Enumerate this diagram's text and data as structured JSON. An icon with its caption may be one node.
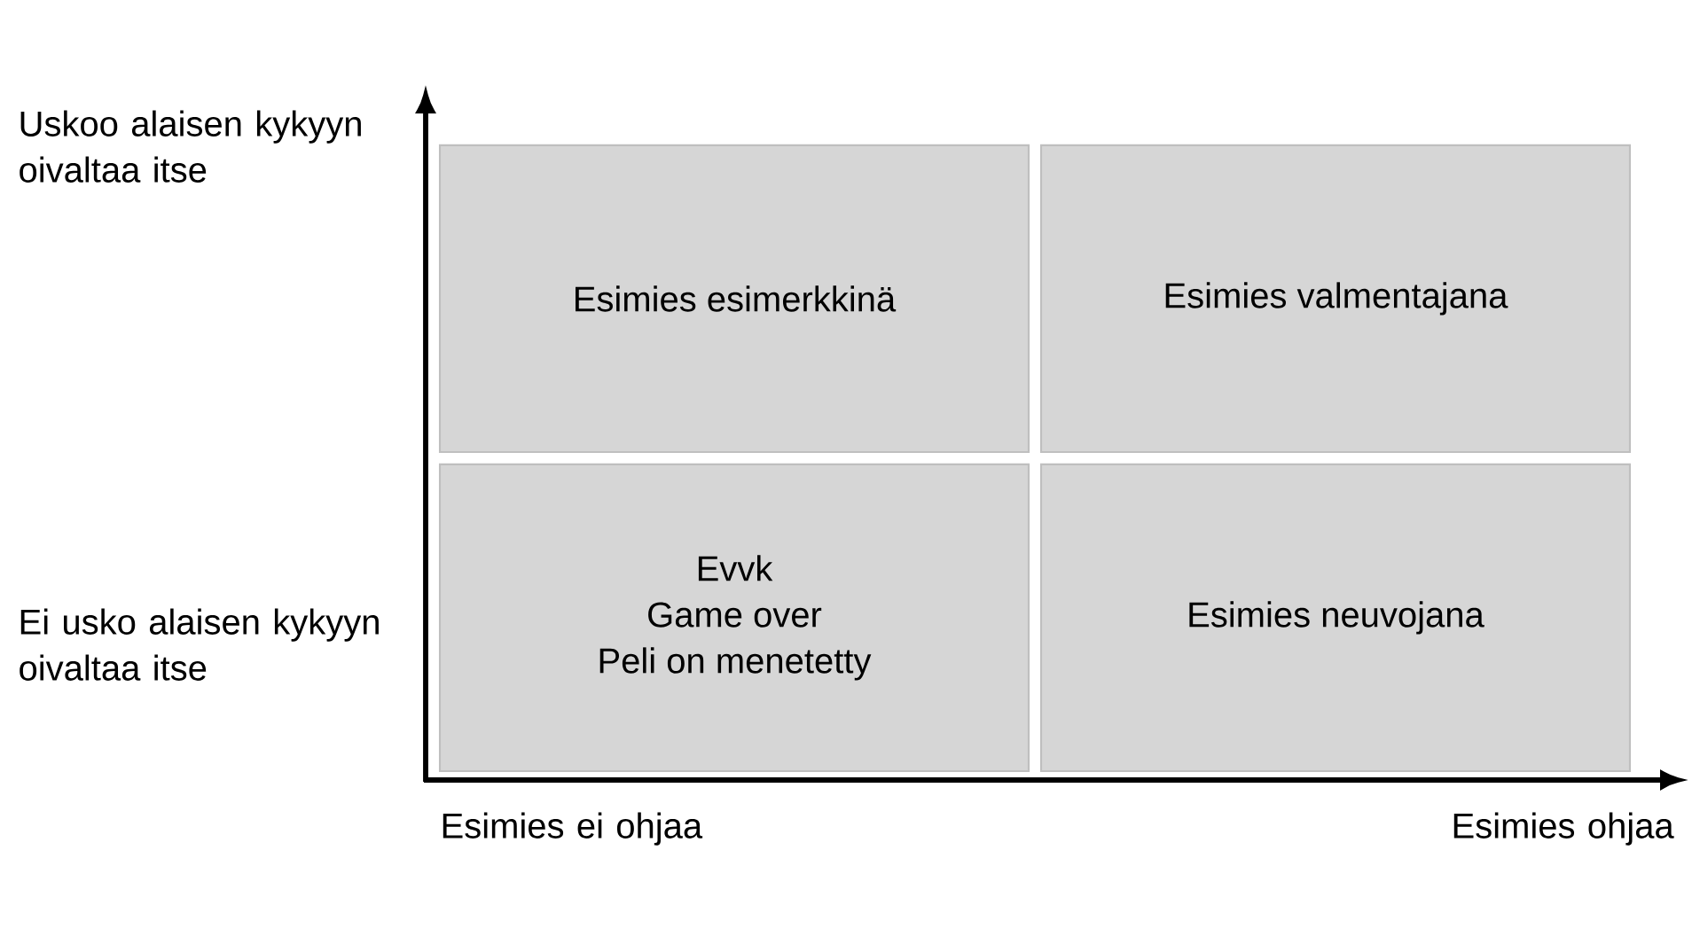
{
  "diagram": {
    "nodes": [
      {
        "text": [
          "Esimies esimerkkinä"
        ]
      },
      {
        "text": [
          "Esimies valmentajana"
        ]
      },
      {
        "text": [
          "Evvk",
          "Game over",
          "Peli on menetetty"
        ]
      },
      {
        "text": [
          "Esimies neuvojana"
        ]
      }
    ],
    "labels": [
      "Uskoo alaisen kykyyn oivaltaa itse",
      "Ei usko alaisen kykyyn oivaltaa itse",
      "Esimies ei ohjaa",
      "Esimies ohjaa"
    ]
  }
}
